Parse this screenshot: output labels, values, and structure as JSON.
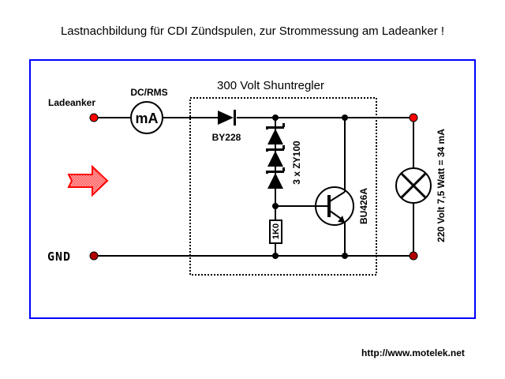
{
  "title": "Lastnachbildung für CDI Zündspulen, zur Strommessung am Ladeanker !",
  "footer_url": "http://www.motelek.net",
  "colors": {
    "frame": "#0000ff",
    "terminal_top": "#ff0000",
    "terminal_gnd": "#b00000",
    "arrow": "#ff0000",
    "wire": "#000000"
  },
  "labels": {
    "input_terminal": "Ladeanker",
    "meter_caption": "DC/RMS",
    "meter_symbol": "mA",
    "shunt_caption": "300 Volt Shuntregler",
    "diode": "BY228",
    "zeners": "3 x ZY100",
    "resistor": "1K0",
    "transistor": "BU426A",
    "ground": "GND",
    "lamp": "220 Volt 7,5 Watt = 34 mA"
  },
  "icons": {
    "direction_arrow": "right-arrow-icon"
  }
}
